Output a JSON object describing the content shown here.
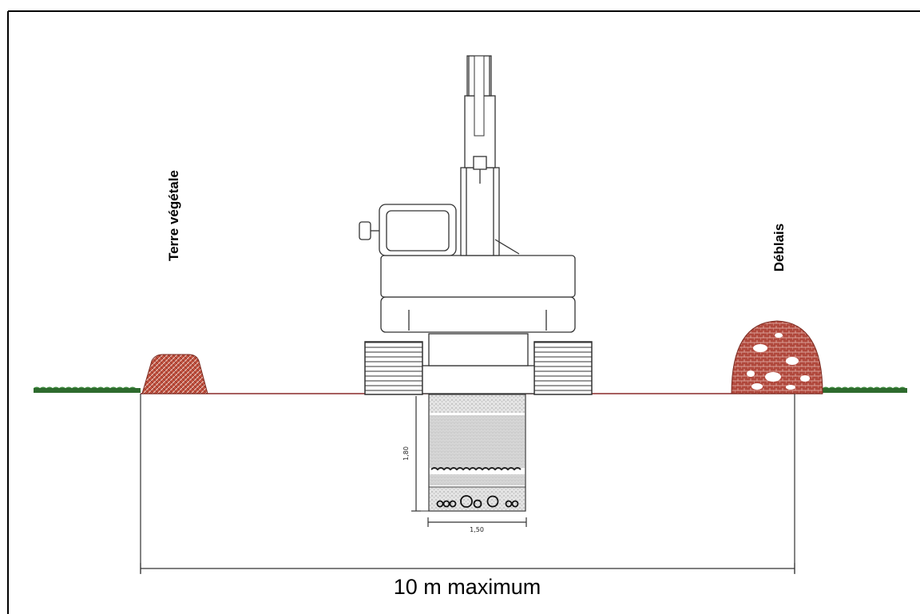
{
  "labels": {
    "topsoil": "Terre végétale",
    "spoil": "Déblais",
    "width_limit": "10 m maximum",
    "trench_depth": "1,80",
    "trench_width": "1,50"
  },
  "colors": {
    "frame": "#000000",
    "grass": "#2e6b2e",
    "ground_line": "#8a2a2a",
    "topsoil_mound": "#b84a3a",
    "spoil_mound": "#b0483c",
    "backfill": "#d9d9d9",
    "outline": "#333333"
  },
  "icons": {
    "machine": "excavator-icon",
    "topsoil_pile": "soil-mound-icon",
    "spoil_pile": "spoil-mound-icon",
    "trench": "trench-section-icon"
  }
}
